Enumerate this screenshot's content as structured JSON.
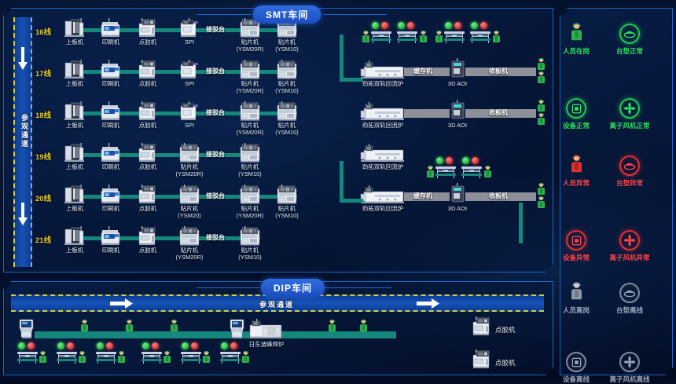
{
  "smt": {
    "title": "SMT车间",
    "corridor_label": "参观通道",
    "lines": [
      {
        "no": "16线",
        "machines": [
          {
            "name": "上板机",
            "type": "loader"
          },
          {
            "name": "印刷机",
            "type": "printer"
          },
          {
            "name": "点胶机",
            "type": "dispenser"
          },
          {
            "name": "SPI",
            "type": "spi"
          },
          {
            "name": "贴片机",
            "sub": "(YSM20R)",
            "type": "mounter"
          },
          {
            "name": "贴片机",
            "sub": "(YSM10)",
            "type": "mounter"
          }
        ],
        "belt_label": "接驳台",
        "reflow": null,
        "buffer": null,
        "aoi": null,
        "collector": null
      },
      {
        "no": "17线",
        "machines": [
          {
            "name": "上板机",
            "type": "loader"
          },
          {
            "name": "印刷机",
            "type": "printer"
          },
          {
            "name": "点胶机",
            "type": "dispenser"
          },
          {
            "name": "SPI",
            "type": "spi"
          },
          {
            "name": "贴片机",
            "sub": "(YSM20R)",
            "type": "mounter"
          },
          {
            "name": "贴片机",
            "sub": "(YSM10)",
            "type": "mounter"
          }
        ],
        "belt_label": "接驳台",
        "reflow": "劲拓双轨回流炉",
        "buffer": "缓存机",
        "aoi": "3D AOI",
        "collector": "收板机"
      },
      {
        "no": "18线",
        "machines": [
          {
            "name": "上板机",
            "type": "loader"
          },
          {
            "name": "印刷机",
            "type": "printer"
          },
          {
            "name": "点胶机",
            "type": "dispenser"
          },
          {
            "name": "SPI",
            "type": "spi"
          },
          {
            "name": "贴片机",
            "sub": "(YSM20R)",
            "type": "mounter"
          },
          {
            "name": "贴片机",
            "sub": "(YSM10)",
            "type": "mounter"
          }
        ],
        "belt_label": "接驳台",
        "reflow": "劲拓双轨回流炉",
        "buffer": null,
        "aoi": "3D AOI",
        "collector": "收板机"
      },
      {
        "no": "19线",
        "machines": [
          {
            "name": "上板机",
            "type": "loader"
          },
          {
            "name": "印刷机",
            "type": "printer"
          },
          {
            "name": "点胶机",
            "type": "dispenser"
          },
          {
            "name": "贴片机",
            "sub": "(YSM20R)",
            "type": "mounter"
          },
          {
            "name": "贴片机",
            "sub": "(YSM10)",
            "type": "mounter"
          }
        ],
        "belt_label": "接驳台",
        "reflow": "劲拓双轨回流炉",
        "buffer": null,
        "aoi": null,
        "collector": null
      },
      {
        "no": "20线",
        "machines": [
          {
            "name": "上板机",
            "type": "loader"
          },
          {
            "name": "印刷机",
            "type": "printer"
          },
          {
            "name": "点胶机",
            "type": "dispenser"
          },
          {
            "name": "贴片机",
            "sub": "(YSM20)",
            "type": "mounter"
          },
          {
            "name": "贴片机",
            "sub": "(YSM20R)",
            "type": "mounter"
          },
          {
            "name": "贴片机",
            "sub": "(YSM10)",
            "type": "mounter"
          }
        ],
        "belt_label": "接驳台",
        "reflow": "劲拓双轨回流炉",
        "buffer": "缓存机",
        "aoi": "3D AOI",
        "collector": "收板机"
      },
      {
        "no": "21线",
        "machines": [
          {
            "name": "上板机",
            "type": "loader"
          },
          {
            "name": "印刷机",
            "type": "printer"
          },
          {
            "name": "点胶机",
            "type": "dispenser"
          },
          {
            "name": "贴片机",
            "sub": "(YSM20R)",
            "type": "mounter"
          },
          {
            "name": "贴片机",
            "sub": "(YSM10)",
            "type": "mounter"
          }
        ],
        "belt_label": "接驳台",
        "reflow": null,
        "buffer": null,
        "aoi": null,
        "collector": null
      }
    ]
  },
  "dip": {
    "title": "DIP车间",
    "corridor_label": "参观通道",
    "wave_solder": "日东波峰焊炉",
    "dispenser_1": "点胶机",
    "dispenser_2": "点胶机"
  },
  "legend": {
    "groups": [
      {
        "status": "normal",
        "color": "#2ce05c",
        "items": [
          {
            "label": "人员在岗",
            "icon": "worker-icon"
          },
          {
            "label": "台垫正常",
            "icon": "mat-icon"
          },
          {
            "label": "设备正常",
            "icon": "device-icon"
          },
          {
            "label": "离子风机正常",
            "icon": "ion-fan-icon"
          }
        ]
      },
      {
        "status": "abnormal",
        "color": "#ff4343",
        "items": [
          {
            "label": "人员异常",
            "icon": "worker-icon"
          },
          {
            "label": "台垫异常",
            "icon": "mat-icon"
          },
          {
            "label": "设备异常",
            "icon": "device-icon"
          },
          {
            "label": "离子风机异常",
            "icon": "ion-fan-icon"
          }
        ]
      },
      {
        "status": "offline",
        "color": "#9aa5b8",
        "items": [
          {
            "label": "人员离岗",
            "icon": "worker-icon"
          },
          {
            "label": "台垫离线",
            "icon": "mat-icon"
          },
          {
            "label": "设备离线",
            "icon": "device-icon"
          },
          {
            "label": "离子风机离线",
            "icon": "ion-fan-icon"
          }
        ]
      }
    ]
  }
}
